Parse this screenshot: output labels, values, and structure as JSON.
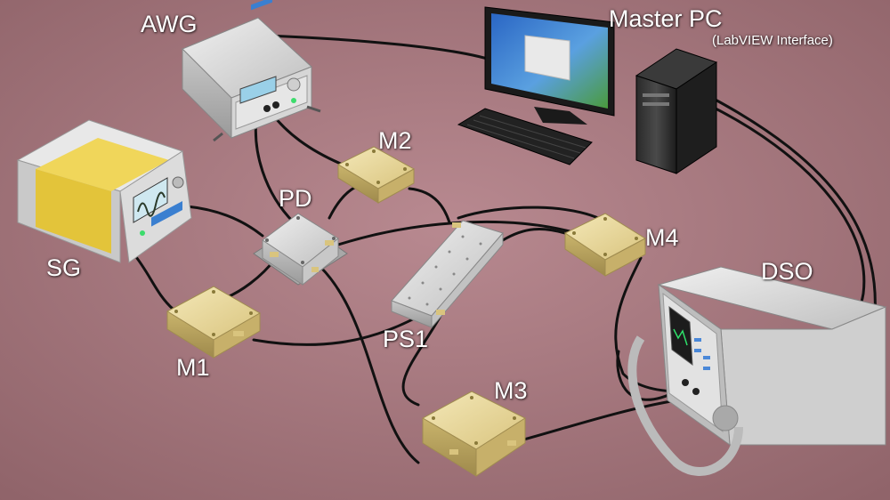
{
  "labels": {
    "awg": "AWG",
    "master_pc": "Master PC",
    "master_pc_sub": "(LabVIEW Interface)",
    "sg": "SG",
    "pd": "PD",
    "m1": "M1",
    "m2": "M2",
    "m3": "M3",
    "m4": "M4",
    "ps1": "PS1",
    "dso": "DSO"
  },
  "colors": {
    "background": "#a5787e",
    "mixer_gold": "#e8d79a",
    "instrument_gray": "#d9d9d9",
    "sg_yellow": "#e8c93c",
    "cable": "#111111",
    "screen_blue": "#2e6fbf",
    "label_text": "#ffffff"
  }
}
